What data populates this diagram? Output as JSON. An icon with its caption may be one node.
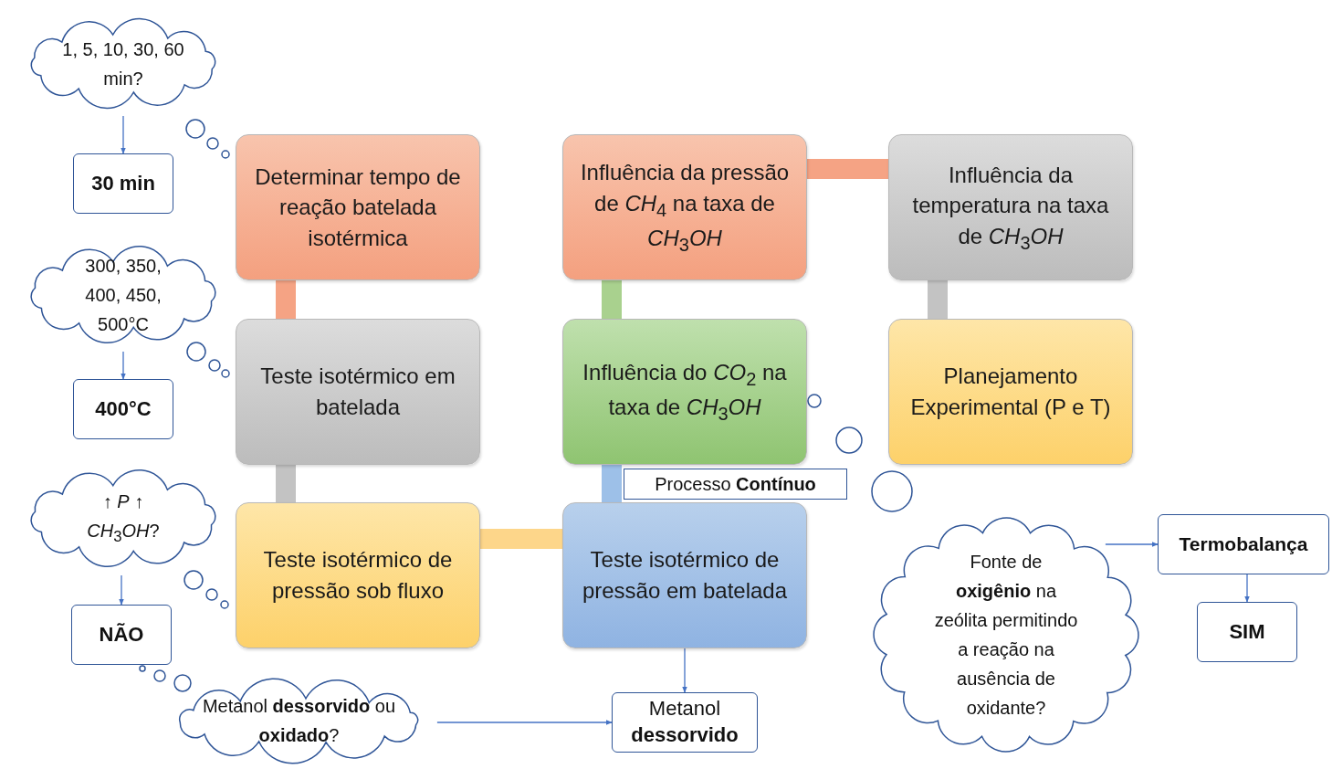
{
  "diagram": {
    "nodes": [
      {
        "text": [
          "1, 5, 10, 30, 60 min?"
        ]
      },
      {
        "text": [
          "30 min"
        ]
      },
      {
        "text": [
          "Determinar tempo de reação batelada isotérmica"
        ]
      },
      {
        "text": [
          "Influência da pressão de *CH*$_{4}$ na taxa de *CH*$_{3}$*OH*"
        ]
      },
      {
        "text": [
          "Influência da temperatura na taxa de *CH*$_{3}$*OH*"
        ]
      },
      {
        "text": [
          "300, 350, 400, 450, 500°C"
        ]
      },
      {
        "text": [
          "400°C"
        ]
      },
      {
        "text": [
          "Teste isotérmico em batelada"
        ]
      },
      {
        "text": [
          "Influência do *CO*$_{2}$ na taxa de *CH*$_{3}$*OH*"
        ]
      },
      {
        "text": [
          "Planejamento Experimental (P e T)"
        ]
      },
      {
        "text": [
          "Processo **Contínuo**"
        ]
      },
      {
        "text": [
          "↑ *P* ↑ *CH*$_{3}$*OH*?"
        ]
      },
      {
        "text": [
          "Teste isotérmico de pressão sob fluxo"
        ]
      },
      {
        "text": [
          "Teste isotérmico de pressão em batelada"
        ]
      },
      {
        "text": [
          "Fonte de **oxigênio** na zeólita permitindo a reação na ausência de oxidante?"
        ]
      },
      {
        "text": [
          "Termobalança"
        ]
      },
      {
        "text": [
          "NÃO"
        ]
      },
      {
        "text": [
          "SIM"
        ]
      },
      {
        "text": [
          "Metanol **dessorvido** ou **oxidado**?"
        ]
      },
      {
        "text": [
          "Metanol **dessorvido**"
        ]
      }
    ],
    "edges": [
      {
        "from": 0,
        "to": 1,
        "arrow": "to"
      },
      {
        "from": 5,
        "to": 6,
        "arrow": "to"
      },
      {
        "from": 11,
        "to": 16,
        "arrow": "to"
      },
      {
        "from": 14,
        "to": 15,
        "arrow": "to"
      },
      {
        "from": 15,
        "to": 17,
        "arrow": "to"
      },
      {
        "from": 13,
        "to": 19,
        "arrow": "to"
      },
      {
        "from": 18,
        "to": 19,
        "arrow": "to"
      },
      {
        "from": 2,
        "to": 7,
        "arrow": "none",
        "style": "thick",
        "color": "#f5a384"
      },
      {
        "from": 7,
        "to": 12,
        "arrow": "none",
        "style": "thick",
        "color": "#c3c3c3"
      },
      {
        "from": 12,
        "to": 13,
        "arrow": "none",
        "style": "thick",
        "color": "#fdd68a"
      },
      {
        "from": 13,
        "to": 8,
        "arrow": "none",
        "style": "thick",
        "color": "#9dc0e8"
      },
      {
        "from": 8,
        "to": 3,
        "arrow": "none",
        "style": "thick",
        "color": "#a9d18e"
      },
      {
        "from": 3,
        "to": 4,
        "arrow": "none",
        "style": "thick",
        "color": "#f5a384"
      },
      {
        "from": 4,
        "to": 9,
        "arrow": "none",
        "style": "thick",
        "color": "#c3c3c3"
      }
    ]
  }
}
